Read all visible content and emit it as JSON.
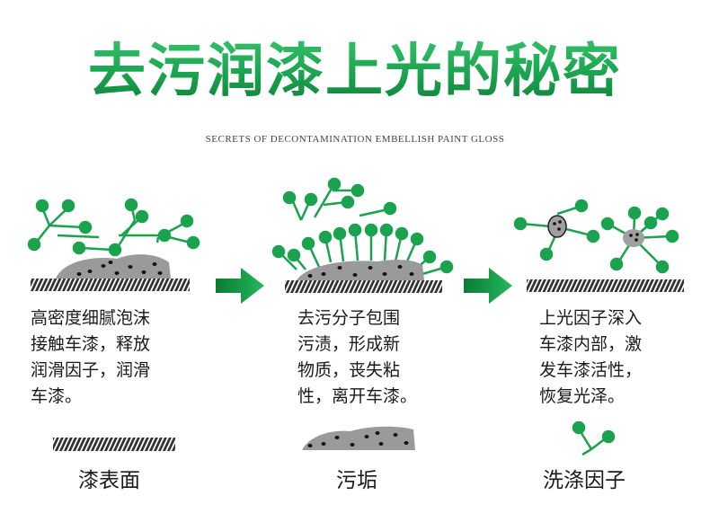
{
  "title": "去污润漆上光的秘密",
  "subtitle": "SECRETS OF DECONTAMINATION EMBELLISH PAINT GLOSS",
  "steps": [
    {
      "text": "高密度细腻泡沫\n接触车漆，释放\n润滑因子，润滑\n车漆。"
    },
    {
      "text": "去污分子包围\n污渍，形成新\n物质，丧失粘\n性，离开车漆。"
    },
    {
      "text": "上光因子深入\n车漆内部，激\n发车漆活性，\n恢复光泽。"
    }
  ],
  "legend": [
    {
      "label": "漆表面"
    },
    {
      "label": "污垢"
    },
    {
      "label": "洗涤因子"
    }
  ],
  "colors": {
    "green": "#1aa24e",
    "arrow": "#149a48",
    "stain": "#9a9a9a",
    "stripes": "#333333"
  }
}
